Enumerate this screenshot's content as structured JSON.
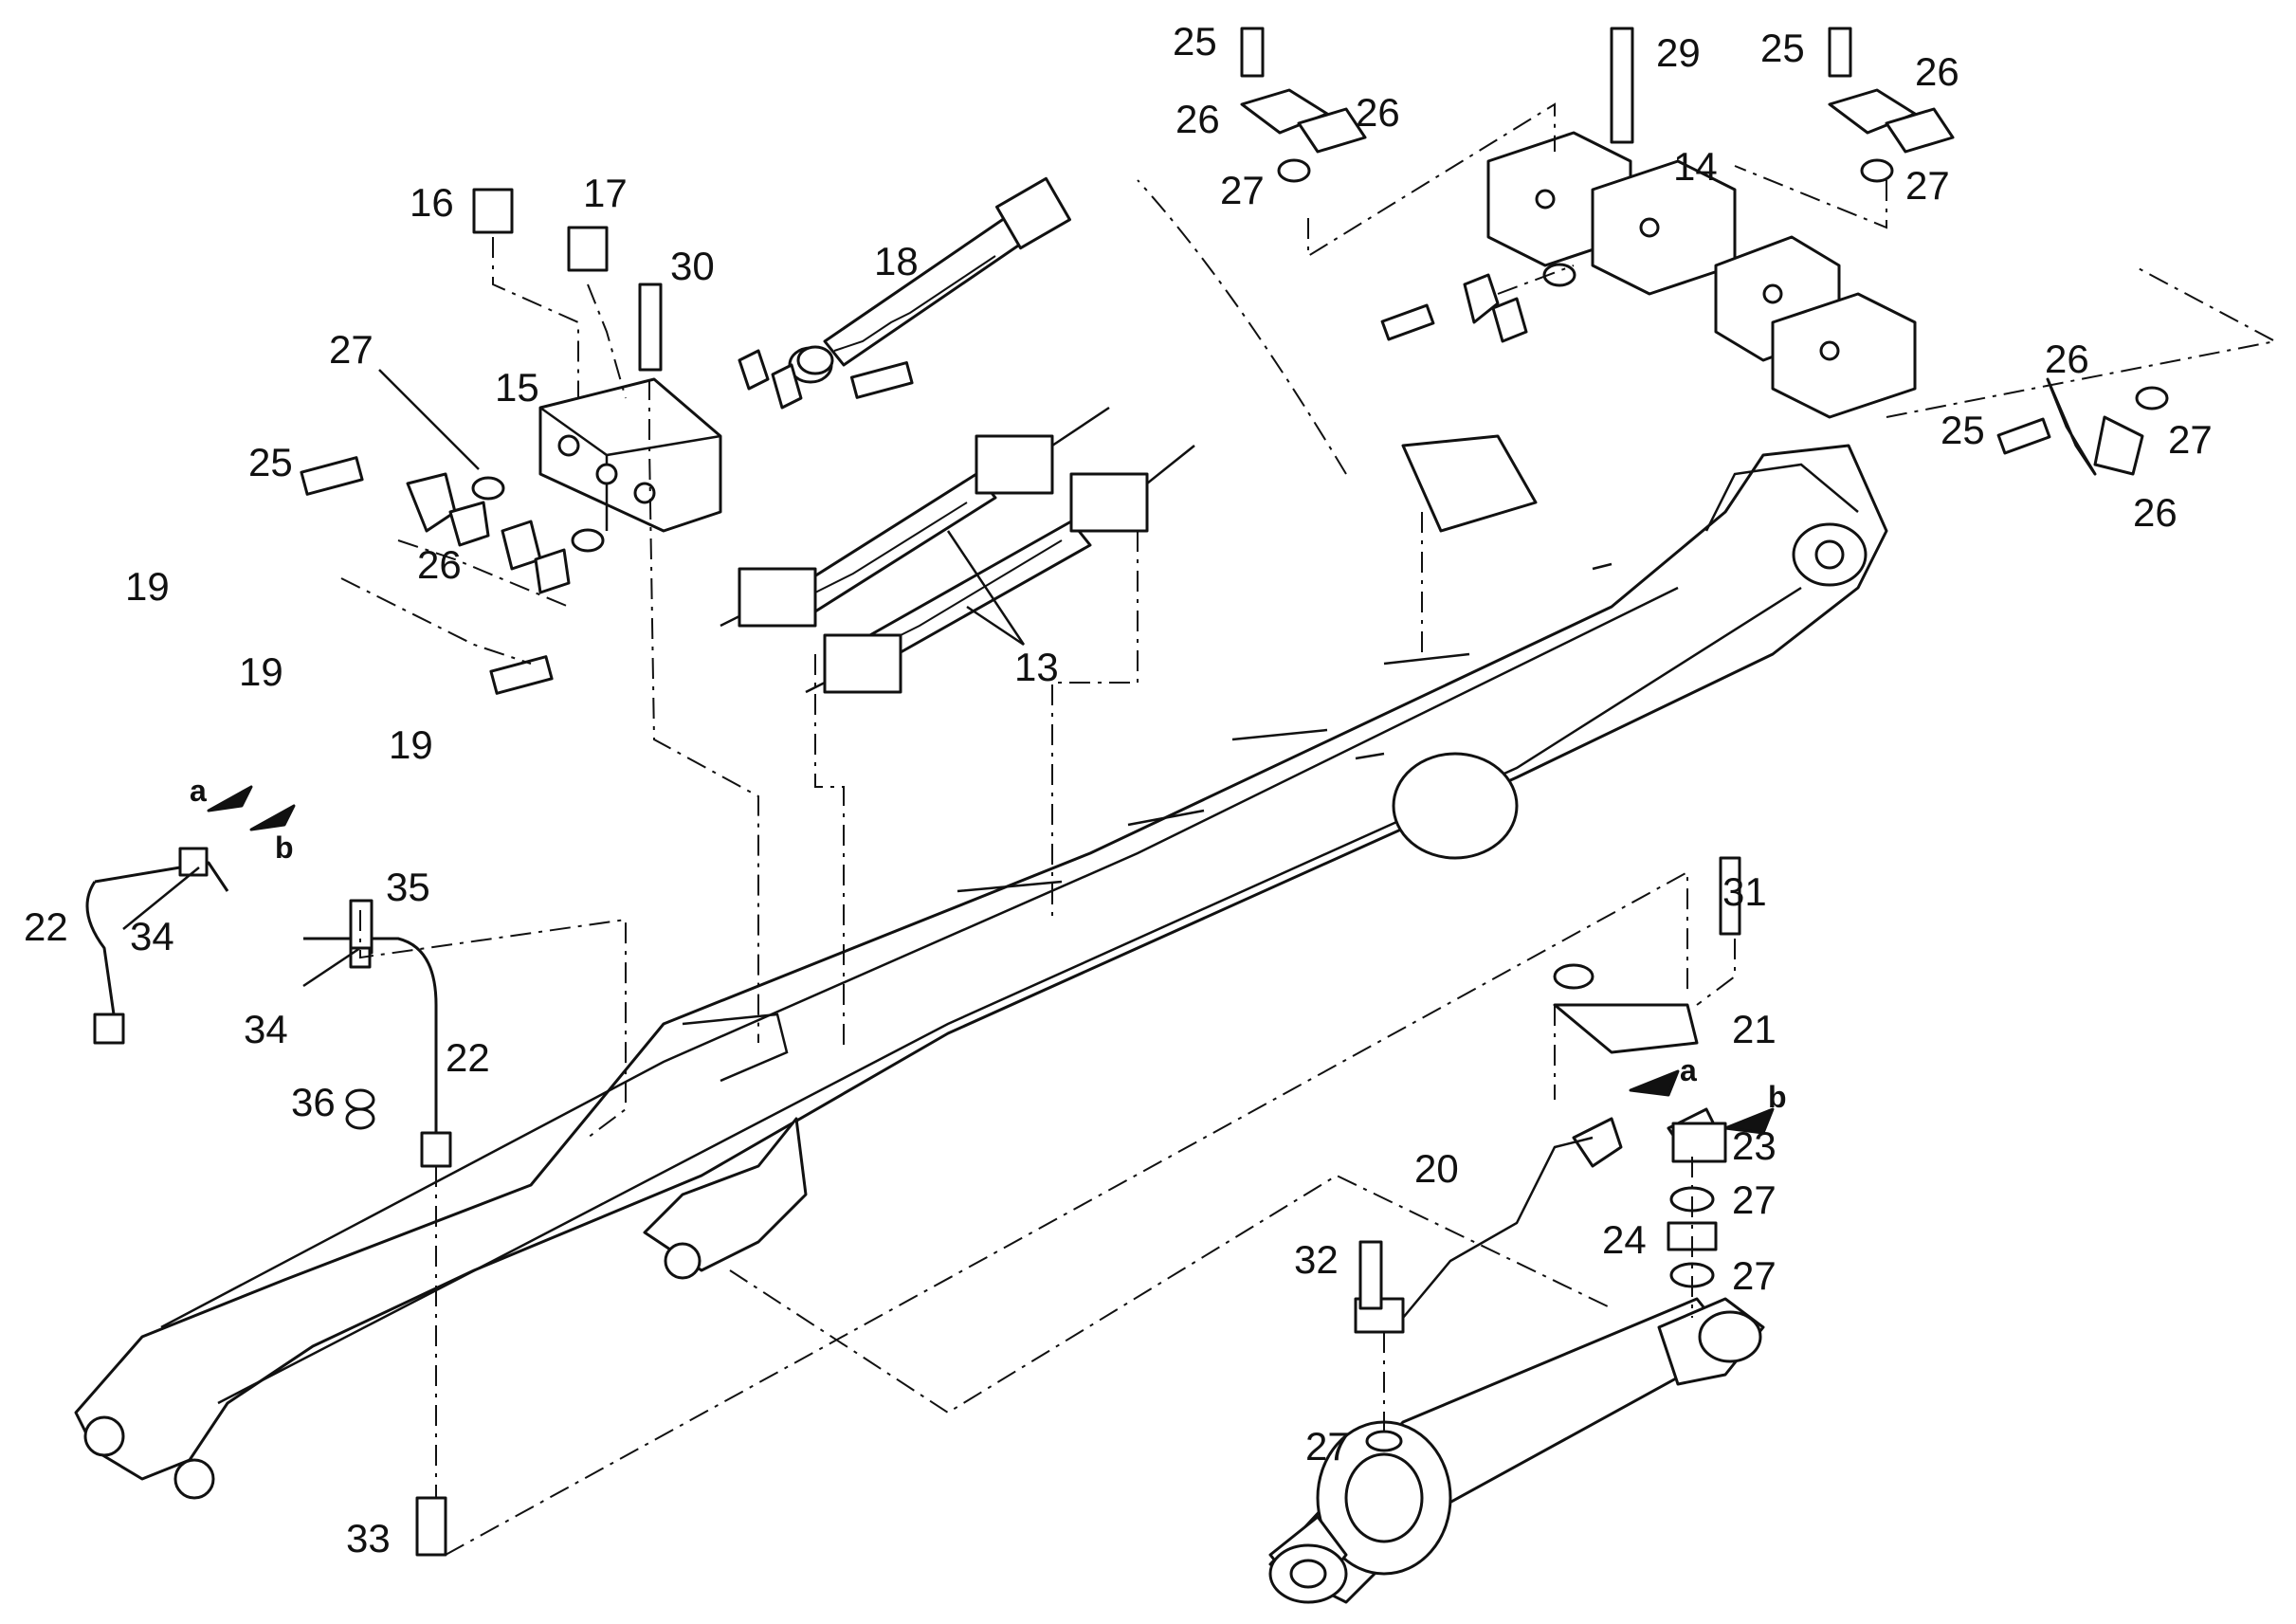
{
  "diagram": {
    "part_numbers": [
      "13",
      "14",
      "15",
      "16",
      "17",
      "18",
      "19",
      "19",
      "19",
      "20",
      "21",
      "22",
      "22",
      "23",
      "24",
      "25",
      "25",
      "25",
      "25",
      "26",
      "26",
      "26",
      "26",
      "26",
      "26",
      "27",
      "27",
      "27",
      "27",
      "27",
      "27",
      "27",
      "29",
      "30",
      "31",
      "32",
      "33",
      "34",
      "34",
      "35",
      "36"
    ],
    "connector_labels": [
      "a",
      "b",
      "a",
      "b"
    ],
    "colors": {
      "line": "#111111",
      "background": "#ffffff"
    }
  }
}
